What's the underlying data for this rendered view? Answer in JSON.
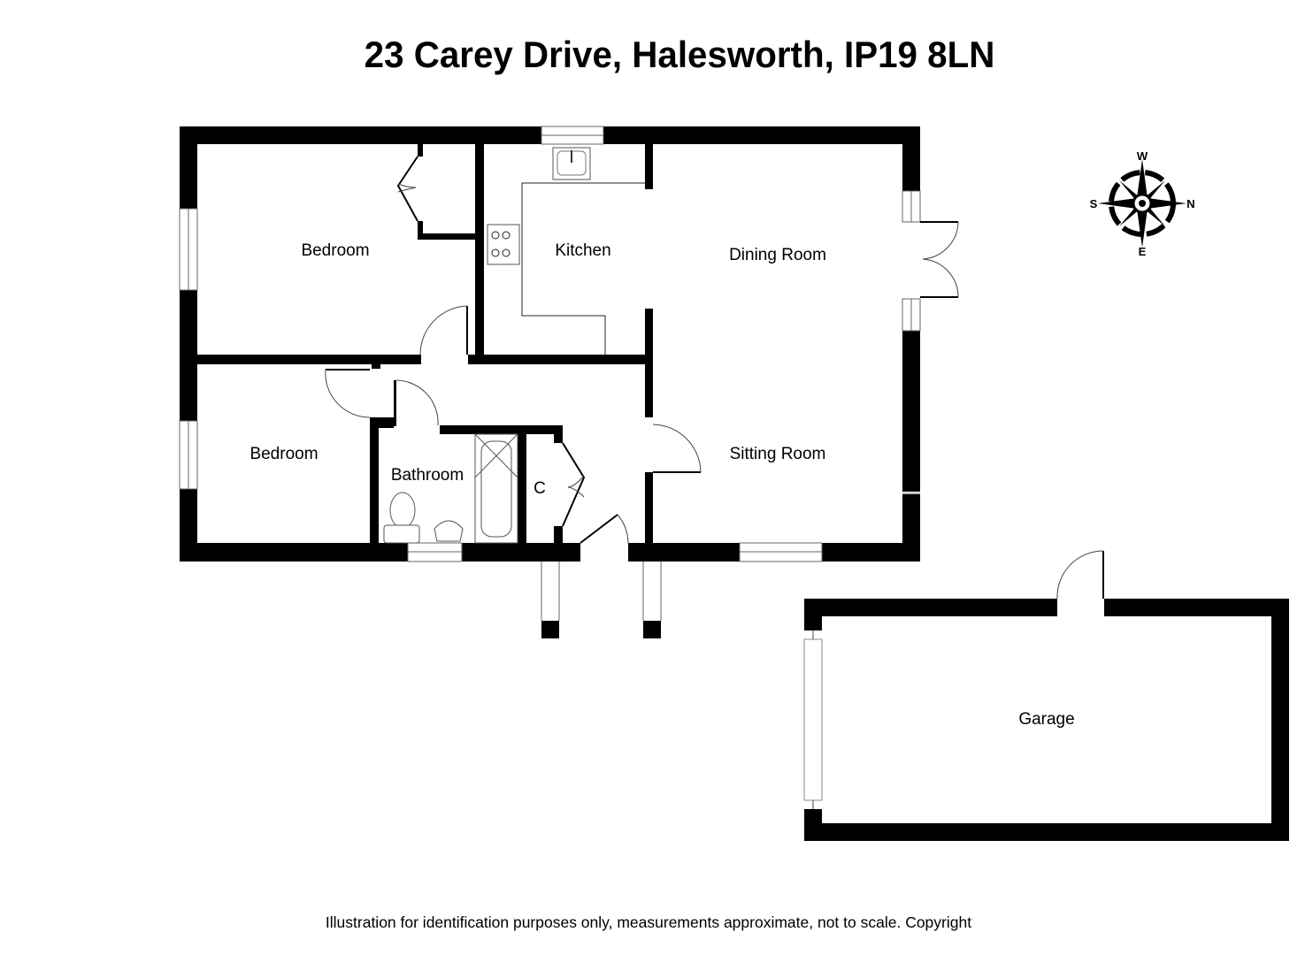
{
  "title": "23 Carey Drive, Halesworth, IP19 8LN",
  "footer": "Illustration for identification purposes only, measurements approximate, not to scale. Copyright",
  "rooms": {
    "bedroom_1": "Bedroom",
    "bedroom_2": "Bedroom",
    "kitchen": "Kitchen",
    "dining_room": "Dining Room",
    "sitting_room": "Sitting Room",
    "bathroom": "Bathroom",
    "cupboard": "C",
    "garage": "Garage"
  },
  "compass": {
    "top": "W",
    "bottom": "E",
    "left": "S",
    "right": "N"
  },
  "colors": {
    "wall": "#000000",
    "background": "#ffffff",
    "fixture_line": "#555555"
  }
}
